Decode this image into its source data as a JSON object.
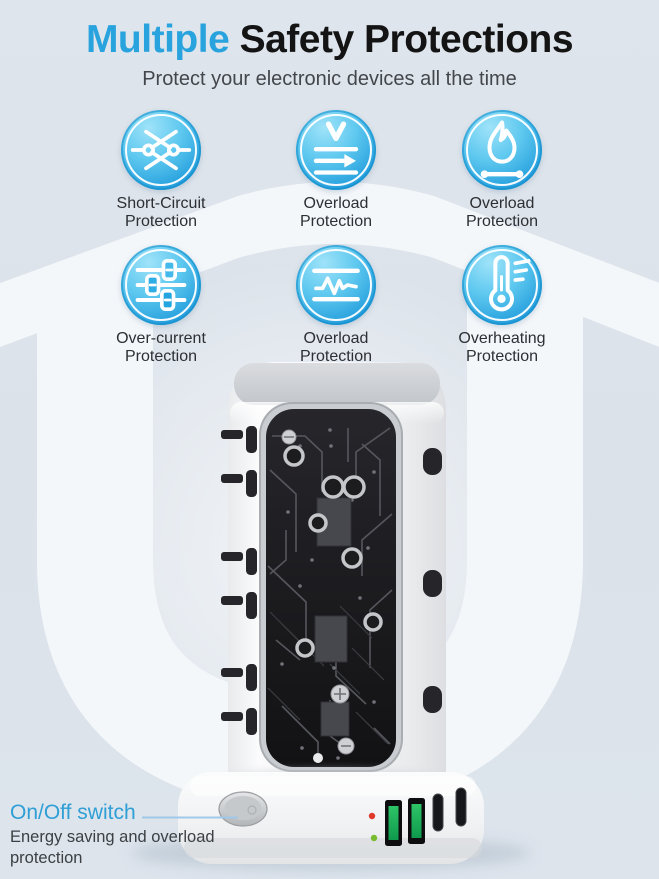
{
  "header": {
    "title_highlight": "Multiple",
    "title_rest": "Safety Protections",
    "subtitle": "Protect your electronic devices all the time"
  },
  "features": [
    {
      "icon": "short-circuit-icon",
      "line1": "Short-Circuit",
      "line2": "Protection"
    },
    {
      "icon": "overload-voltage-icon",
      "line1": "Overload",
      "line2": "Protection"
    },
    {
      "icon": "fire-icon",
      "line1": "Overload",
      "line2": "Protection"
    },
    {
      "icon": "current-sliders-icon",
      "line1": "Over-current",
      "line2": "Protection"
    },
    {
      "icon": "overload-pulse-icon",
      "line1": "Overload",
      "line2": "Protection"
    },
    {
      "icon": "thermometer-icon",
      "line1": "Overheating",
      "line2": "Protection"
    }
  ],
  "annotation": {
    "title": "On/Off switch",
    "description_line1": "Energy saving and overload",
    "description_line2": "protection"
  },
  "colors": {
    "background": "#dce3eb",
    "accent_blue": "#29a3dd",
    "icon_gradient_top": "#9fe3f9",
    "icon_gradient_bottom": "#1391d2",
    "shield_white": "#f4f7fa",
    "annotation_blue": "#2f9fd6",
    "usb_green": "#27c05f",
    "led_red": "#e0392b",
    "led_green": "#79bd2f"
  }
}
